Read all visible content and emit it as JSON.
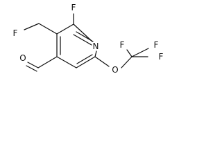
{
  "atoms": {
    "fluoro_ring": "F",
    "fluoromethyl_f": "F",
    "ring_nitrogen": "N",
    "aldehyde_o": "O",
    "ether_o": "O",
    "cf3_f_top_left": "F",
    "cf3_f_top_right": "F",
    "cf3_f_right": "F"
  }
}
